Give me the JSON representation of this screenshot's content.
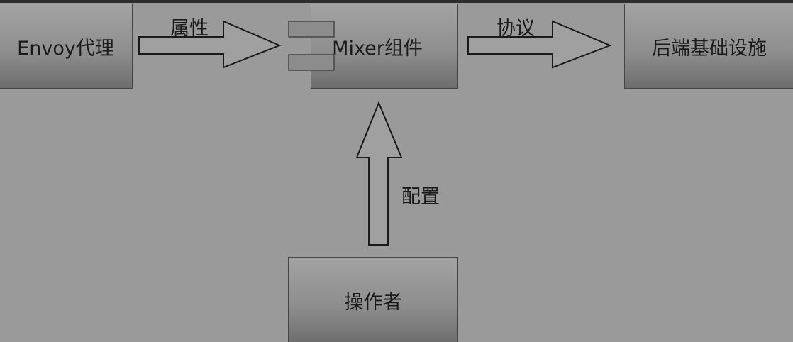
{
  "diagram": {
    "nodes": {
      "envoy": "Envoy代理",
      "mixer": "Mixer组件",
      "backend": "后端基础设施",
      "operator": "操作者"
    },
    "edges": {
      "attributes": "属性",
      "protocol": "协议",
      "config": "配置"
    },
    "colors": {
      "background": "#9a9a9a",
      "box_fill_top": "#a2a2a2",
      "box_fill_bottom": "#6e6e6e",
      "stroke": "#454545",
      "arrow_fill": "#a0a0a0"
    },
    "icons": {
      "mixer": "component-icon",
      "flow": "block-arrow"
    }
  }
}
